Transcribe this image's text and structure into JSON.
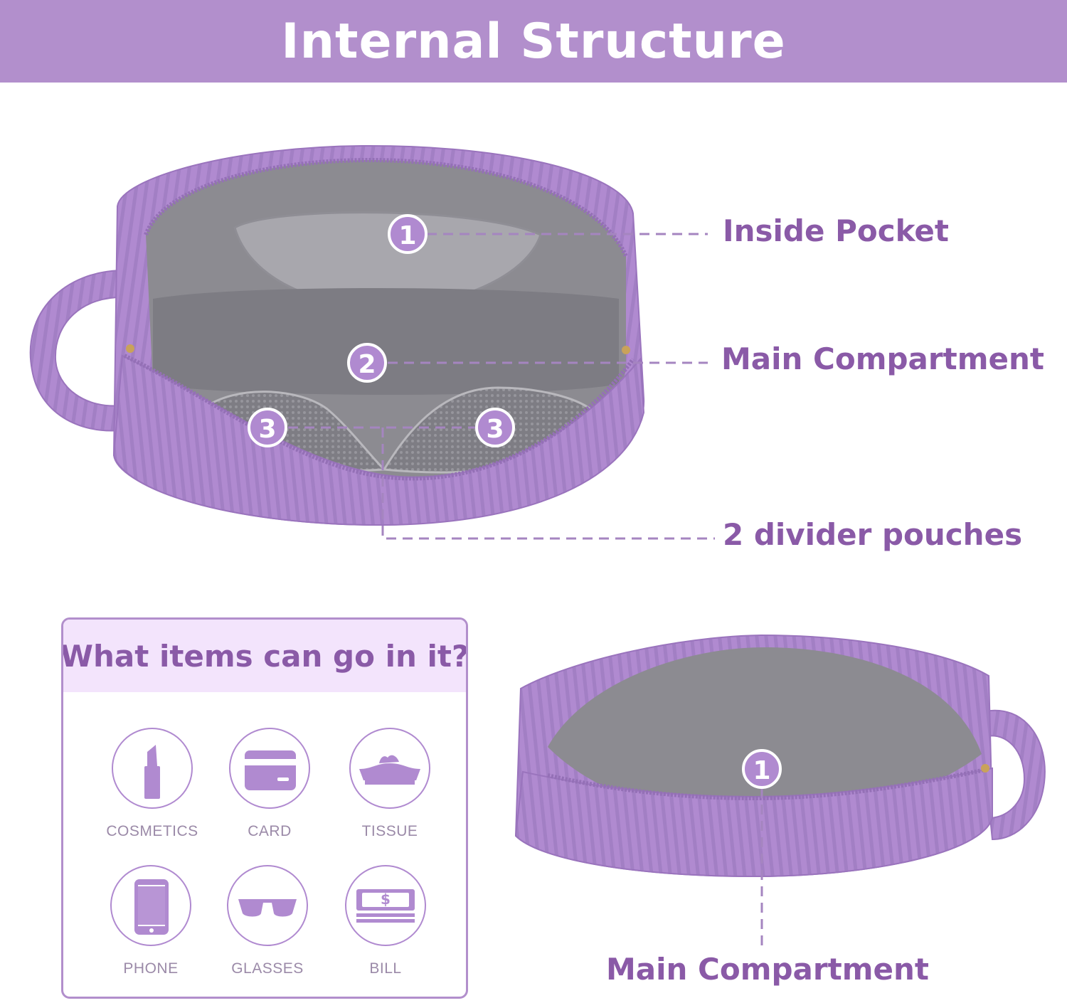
{
  "colors": {
    "brand": "#b28fcc",
    "text_purple": "#8a5aa7",
    "fabric": "#b08ad0",
    "fabric_dark": "#9a74bd",
    "lining": "#8c8b91",
    "lining_light": "#a8a7ad",
    "panel_head": "#f3e4fc",
    "icon_fill": "#b08ad0",
    "label_gray": "#9b8aa8"
  },
  "header": {
    "title": "Internal Structure"
  },
  "callouts": {
    "inside_pocket": "Inside Pocket",
    "main_compartment": "Main Compartment",
    "divider_pouches": "2 divider pouches",
    "main_compartment_small": "Main Compartment"
  },
  "markers": {
    "one": "1",
    "two": "2",
    "three": "3",
    "small_one": "1"
  },
  "items_panel": {
    "title": "What items can go in it?",
    "items": [
      {
        "label": "COSMETICS",
        "icon": "lipstick-icon"
      },
      {
        "label": "CARD",
        "icon": "card-icon"
      },
      {
        "label": "TISSUE",
        "icon": "tissue-icon"
      },
      {
        "label": "PHONE",
        "icon": "phone-icon"
      },
      {
        "label": "GLASSES",
        "icon": "glasses-icon"
      },
      {
        "label": "BILL",
        "icon": "bill-icon"
      }
    ]
  }
}
